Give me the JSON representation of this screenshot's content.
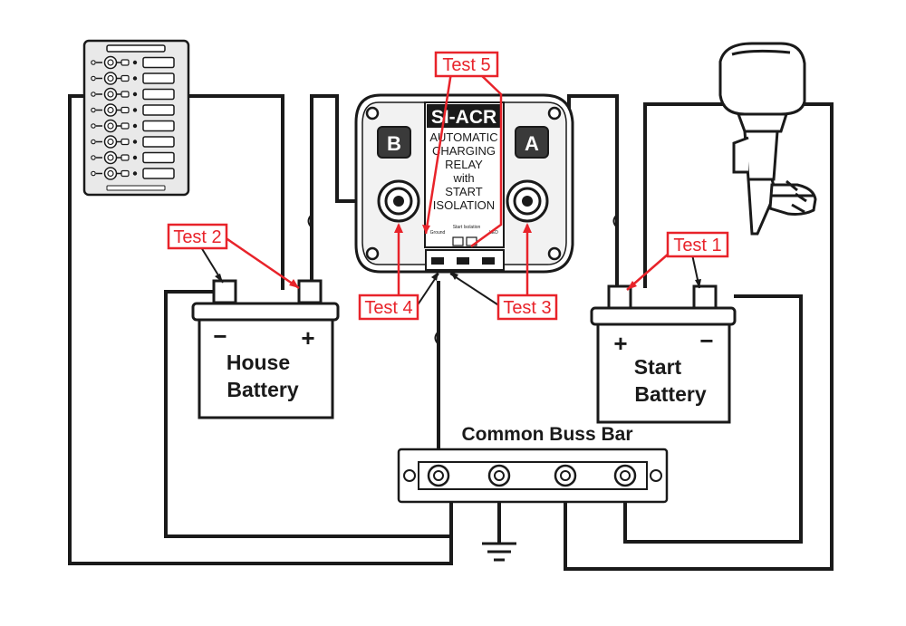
{
  "acr": {
    "title": "SI-ACR",
    "line1": "AUTOMATIC",
    "line2": "CHARGING",
    "line3": "RELAY",
    "line4": "with",
    "line5": "START",
    "line6": "ISOLATION",
    "terminal_b": "B",
    "terminal_a": "A",
    "port_ground": "Ground",
    "port_start_isolation": "Start Isolation",
    "port_led": "LED"
  },
  "tests": {
    "test1": "Test 1",
    "test2": "Test 2",
    "test3": "Test 3",
    "test4": "Test 4",
    "test5": "Test 5"
  },
  "house_battery": {
    "line1": "House",
    "line2": "Battery",
    "neg": "−",
    "pos": "+"
  },
  "start_battery": {
    "line1": "Start",
    "line2": "Battery",
    "neg": "−",
    "pos": "+"
  },
  "buss_bar": {
    "label": "Common Buss Bar"
  },
  "colors": {
    "test_red": "#e8232a",
    "line": "#1a1a1a",
    "panel": "#e9e9e9"
  }
}
